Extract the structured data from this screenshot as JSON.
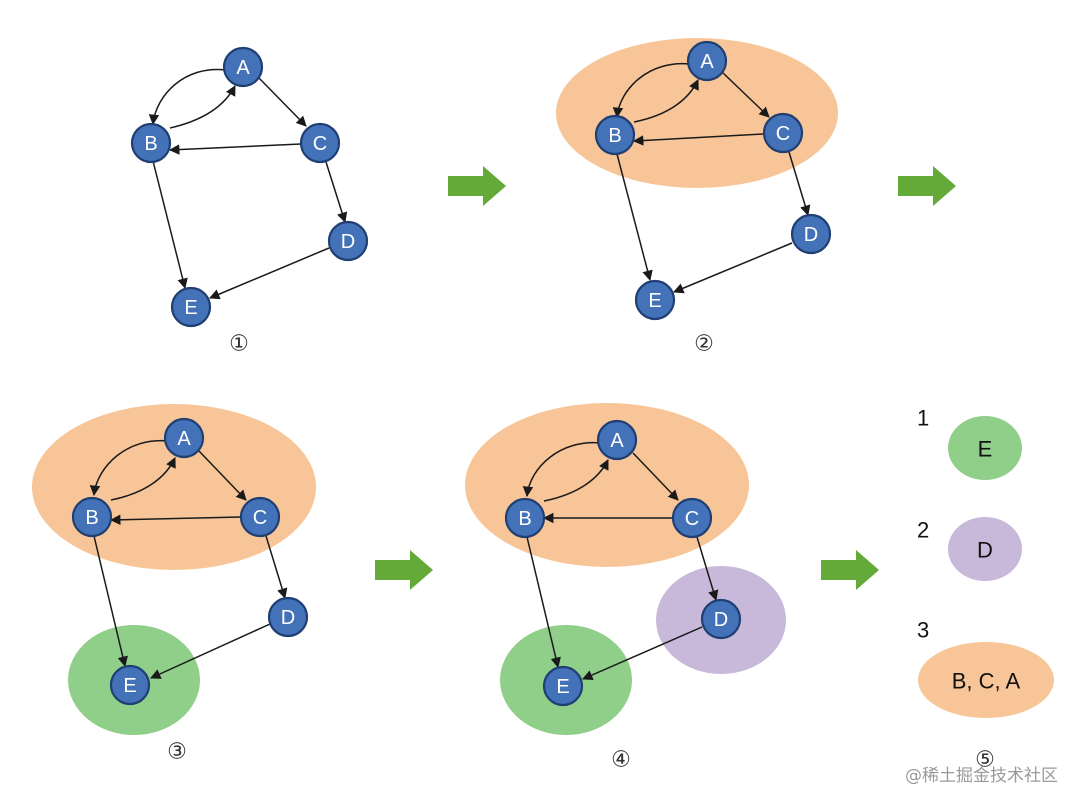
{
  "nodes": {
    "A": "A",
    "B": "B",
    "C": "C",
    "D": "D",
    "E": "E"
  },
  "step_labels": [
    "①",
    "②",
    "③",
    "④",
    "⑤"
  ],
  "result_order": [
    {
      "num": "1",
      "text": "E"
    },
    {
      "num": "2",
      "text": "D"
    },
    {
      "num": "3",
      "text": "B, C, A"
    }
  ],
  "watermark": "@稀土掘金技术社区",
  "colors": {
    "node_fill": "#4472b8",
    "region_orange": "#f7c597",
    "region_green": "#8fcf8a",
    "region_purple": "#c8b8da",
    "arrow": "#64aa38"
  }
}
